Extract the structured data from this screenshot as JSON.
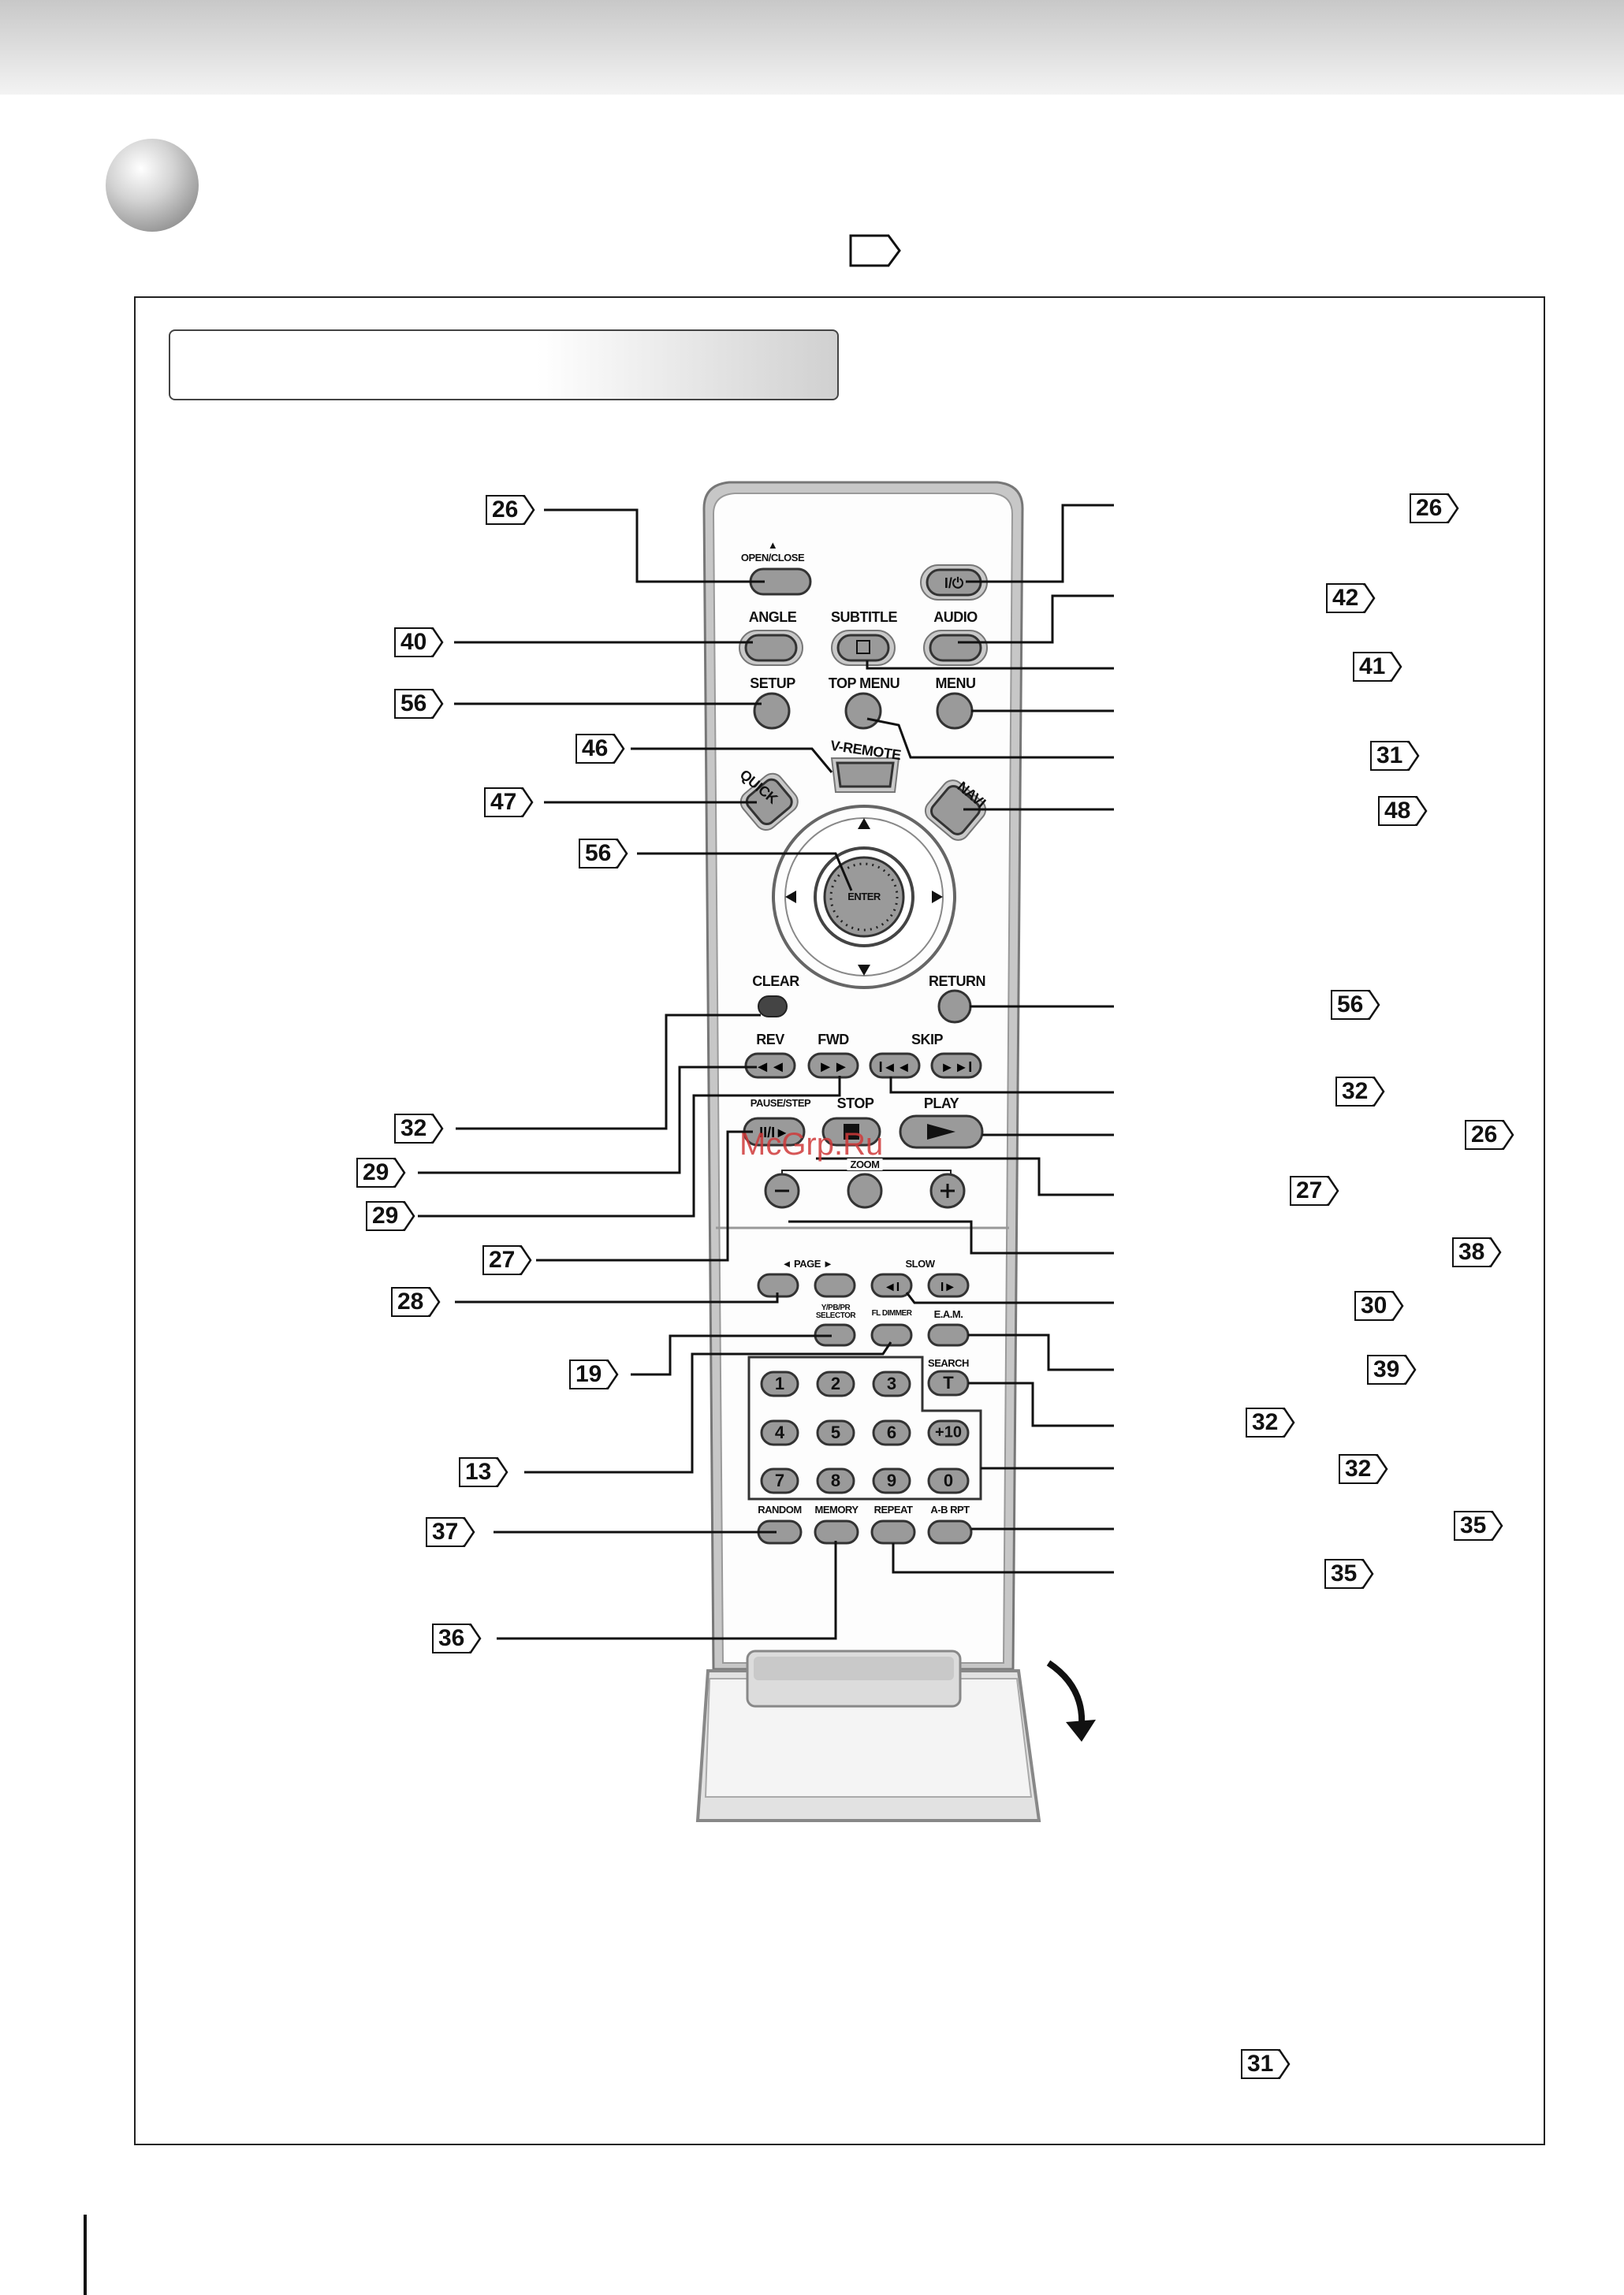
{
  "remote_labels": {
    "open_close": "OPEN/CLOSE",
    "angle": "ANGLE",
    "subtitle": "SUBTITLE",
    "audio": "AUDIO",
    "setup": "SETUP",
    "top_menu": "TOP MENU",
    "menu": "MENU",
    "v_remote": "V-REMOTE",
    "quick": "QUICK",
    "navi": "NAVI",
    "enter": "ENTER",
    "clear": "CLEAR",
    "return": "RETURN",
    "rev": "REV",
    "fwd": "FWD",
    "skip": "SKIP",
    "pause_step": "PAUSE/STEP",
    "stop": "STOP",
    "play": "PLAY",
    "zoom": "ZOOM",
    "page": "◄ PAGE ►",
    "slow": "SLOW",
    "ypbpr_line1": "Y/PB/PR",
    "ypbpr_line2": "SELECTOR",
    "fl_dimmer": "FL DIMMER",
    "eam": "E.A.M.",
    "search": "SEARCH",
    "random": "RANDOM",
    "memory": "MEMORY",
    "repeat": "REPEAT",
    "ab_rpt": "A-B RPT"
  },
  "keypad": [
    "1",
    "2",
    "3",
    "4",
    "5",
    "6",
    "+10",
    "7",
    "8",
    "9",
    "0"
  ],
  "search_key": "T",
  "zoom_minus": "–",
  "zoom_plus": "+",
  "page_refs_left": [
    "26",
    "40",
    "56",
    "46",
    "47",
    "56",
    "32",
    "29",
    "29",
    "27",
    "28",
    "19",
    "13",
    "37",
    "36"
  ],
  "page_refs_right": [
    "26",
    "42",
    "41",
    "31",
    "48",
    "56",
    "32",
    "26",
    "27",
    "38",
    "30",
    "39",
    "32",
    "32",
    "35",
    "35"
  ],
  "page_ref_bottom": "31",
  "watermark": "McGrp.Ru"
}
